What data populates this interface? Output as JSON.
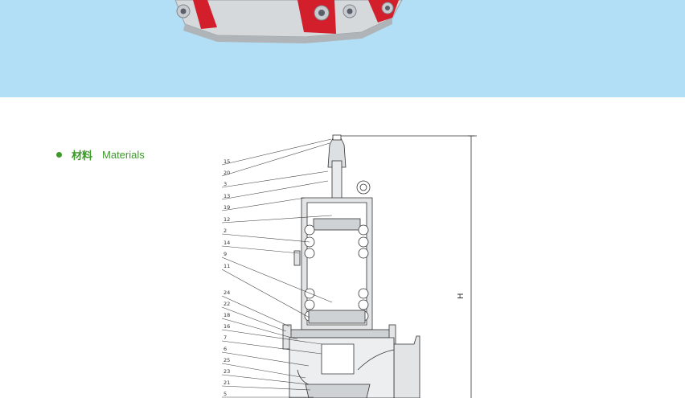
{
  "banner": {
    "background": "#b3dff6"
  },
  "section": {
    "title_cn": "材料",
    "title_en": "Materials",
    "accent": "#3d9a2a"
  },
  "drawing": {
    "dimension_label": "H",
    "part_labels": [
      "15",
      "20",
      "3",
      "13",
      "19",
      "12",
      "2",
      "14",
      "9",
      "11",
      "24",
      "22",
      "18",
      "16",
      "7",
      "6",
      "25",
      "23",
      "21",
      "5"
    ]
  }
}
